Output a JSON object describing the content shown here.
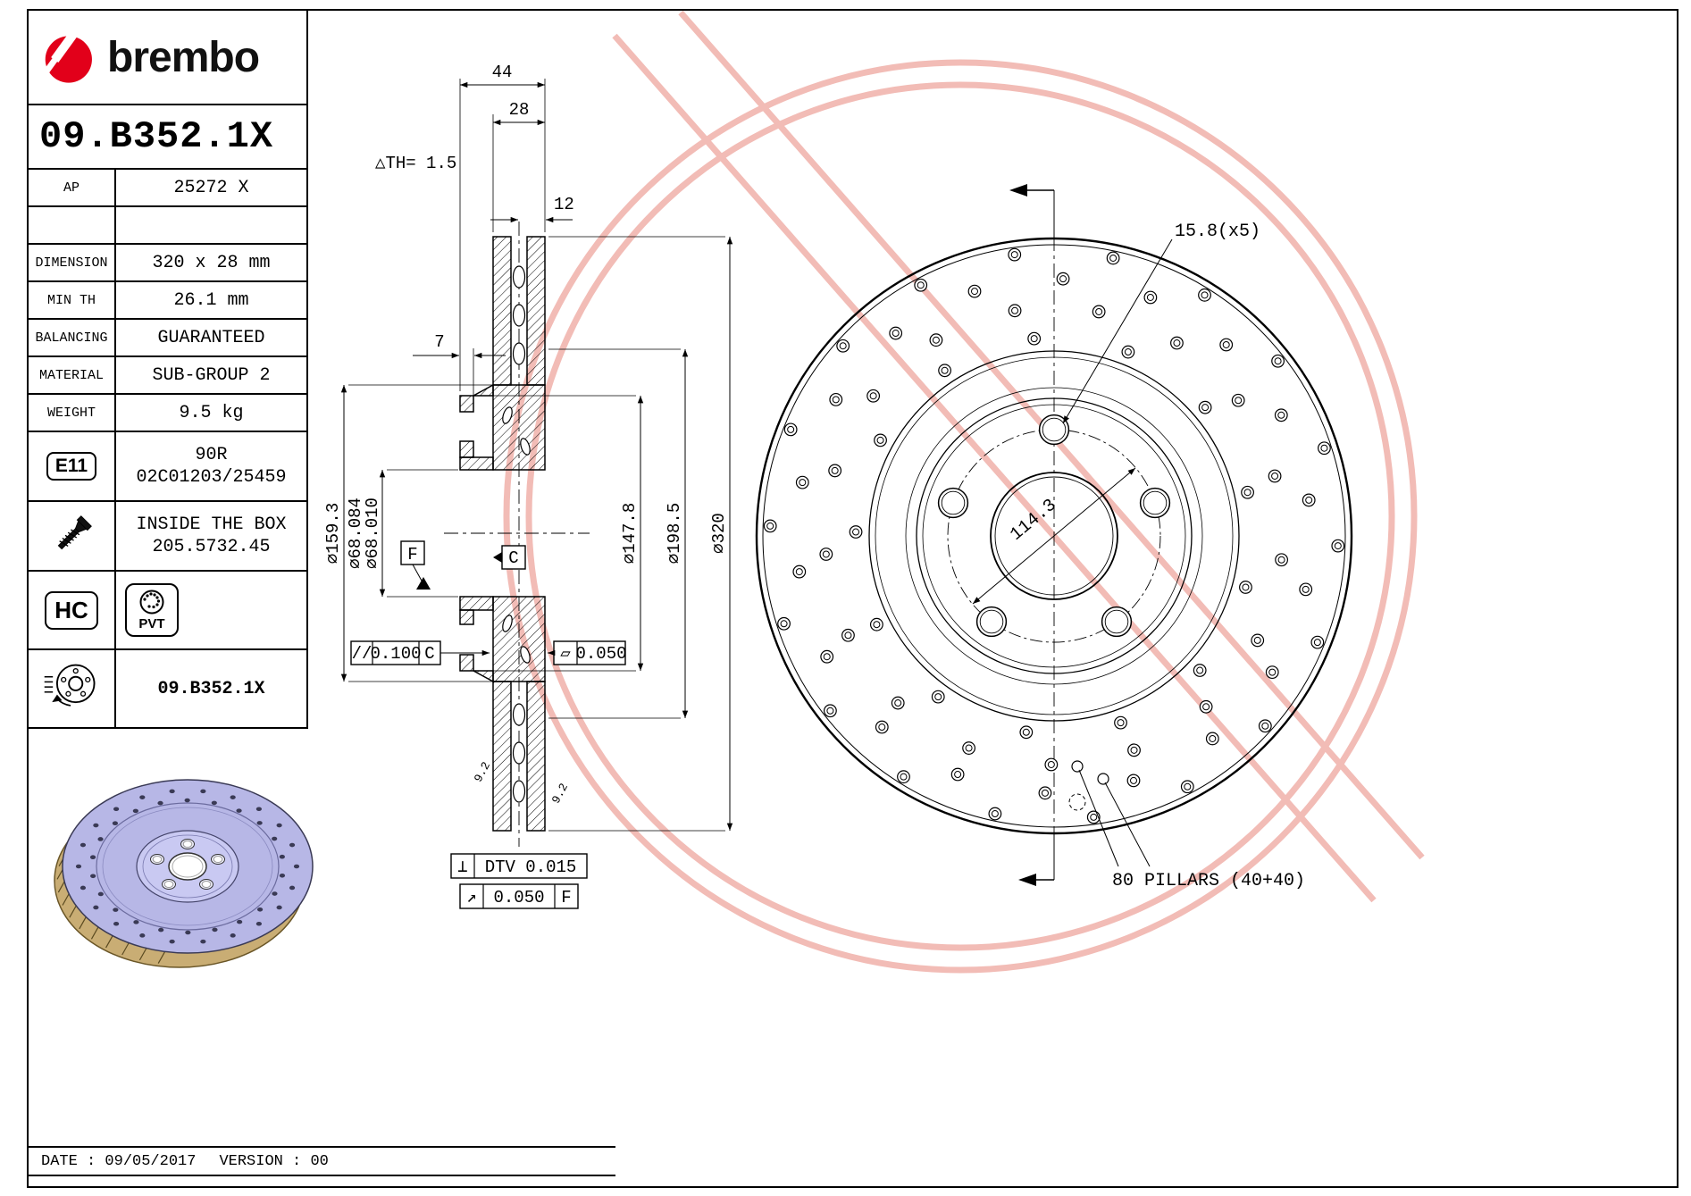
{
  "brand": {
    "name": "brembo",
    "logo_color": "#e2001a"
  },
  "part": {
    "number": "09.B352.1X"
  },
  "spec_table": {
    "rows": [
      {
        "label": "AP",
        "value": "25272 X"
      },
      {
        "label": "",
        "value": ""
      },
      {
        "label": "DIMENSION",
        "value": "320 x 28 mm"
      },
      {
        "label": "MIN TH",
        "value": "26.1 mm"
      },
      {
        "label": "BALANCING",
        "value": "GUARANTEED"
      },
      {
        "label": "MATERIAL",
        "value": "SUB-GROUP 2"
      },
      {
        "label": "WEIGHT",
        "value": "9.5 kg"
      }
    ],
    "e11": {
      "badge": "E11",
      "line1": "90R",
      "line2": "02C01203/25459"
    },
    "inside_box": {
      "line1": "INSIDE THE BOX",
      "line2": "205.5732.45"
    },
    "hc_badge": "HC",
    "pvt_badge": "PVT",
    "disc_row_value": "09.B352.1X"
  },
  "footer": {
    "date": "DATE : 09/05/2017",
    "version": "VERSION : 00"
  },
  "section_view": {
    "dim_total_width": "44",
    "dim_disc_width": "28",
    "dim_offset": "12",
    "dim_min_th": "△TH= 1.5",
    "dim_flange": "7",
    "dia_vent": "∅159.3",
    "dia_bore_1": "∅68.084",
    "dia_bore_2": "∅68.010",
    "dia_hat": "∅147.8",
    "dia_band_inner": "∅198.5",
    "dia_outer": "∅320",
    "plate_th_1": "9.2",
    "plate_th_2": "9.2",
    "datum_f": "F",
    "datum_c": "C",
    "tol_parallel_sym": "//",
    "tol_parallel_val": "0.100",
    "tol_parallel_datum": "C",
    "tol_flat_sym": "▱",
    "tol_flat_val": "0.050",
    "tol_dtv_sym": "⊥",
    "tol_dtv_val": "DTV 0.015",
    "tol_runout_sym": "↗",
    "tol_runout_val": "0.050",
    "tol_runout_datum": "F"
  },
  "front_view": {
    "label_holes": "15.8(x5)",
    "label_pcd": "114.3",
    "label_pillars": "80 PILLARS (40+40)"
  }
}
